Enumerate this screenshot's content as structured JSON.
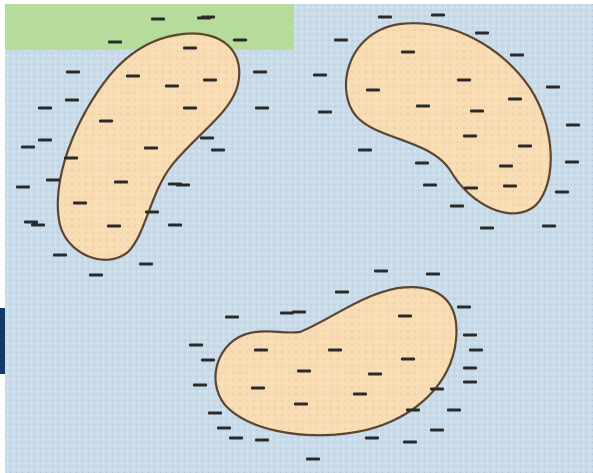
{
  "colors": {
    "background": "#c9dbe8",
    "background_dot": "#e1ecf4",
    "cell_fill": "#f8dcb4",
    "cell_dot": "#e7c08f",
    "cell_outline": "#5b4632",
    "charge": "#2a2a2a",
    "green_strip": "#b5dc9a",
    "left_bar": "#123a66"
  },
  "icons": {
    "charge_symbol": "minus-sign"
  },
  "cells": [
    {
      "name": "cell-top-left",
      "charge_count": 14,
      "surround_count": 22
    },
    {
      "name": "cell-top-right",
      "charge_count": 12,
      "surround_count": 16
    },
    {
      "name": "cell-bottom",
      "charge_count": 11,
      "surround_count": 23
    }
  ]
}
